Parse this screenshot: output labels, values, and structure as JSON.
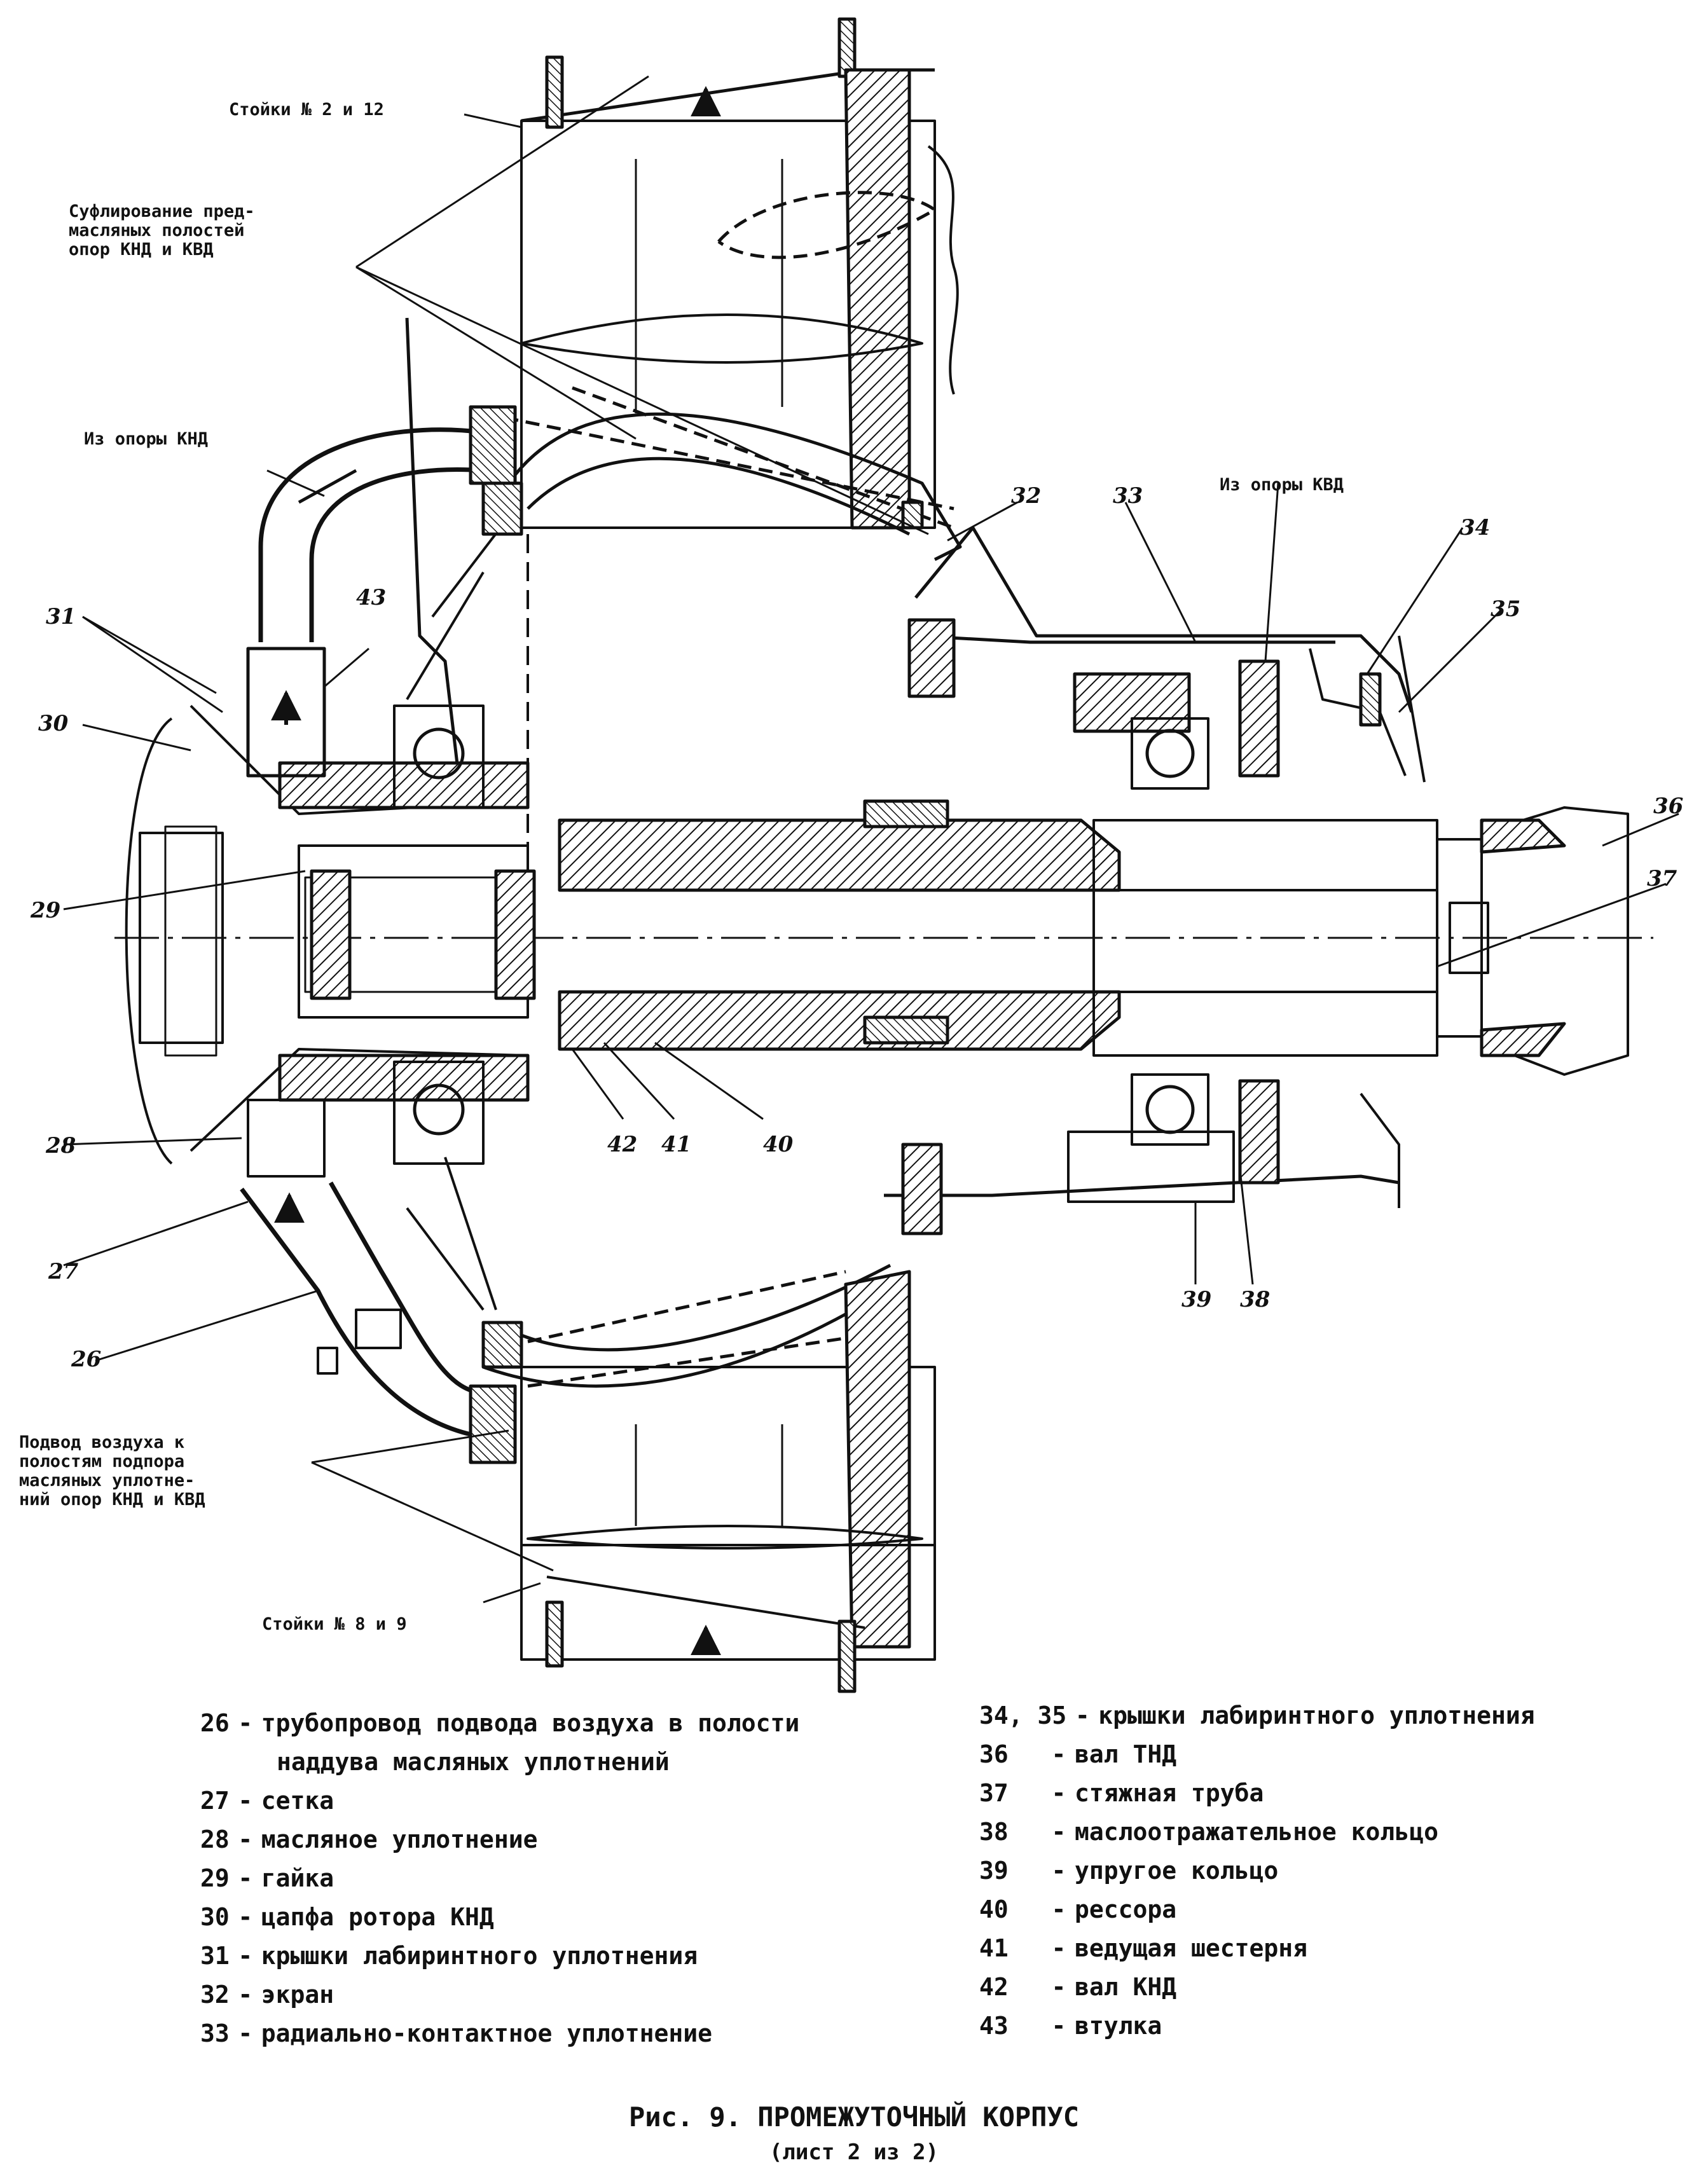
{
  "callouts": {
    "struts_top": "Стойки № 2 и 12",
    "breather": "Суфлирование пред-\nмасляных полостей\nопор КНД и КВД",
    "from_lpc_support": "Из опоры КНД",
    "from_hpc_support": "Из опоры КВД",
    "air_supply": "Подвод воздуха к\nполостям подпора\nмасляных уплотне-\nний опор КНД и КВД",
    "struts_bottom": "Стойки № 8 и 9"
  },
  "part_numbers": [
    "26",
    "27",
    "28",
    "29",
    "30",
    "31",
    "32",
    "33",
    "34",
    "35",
    "36",
    "37",
    "38",
    "39",
    "40",
    "41",
    "42",
    "43"
  ],
  "legend_left": [
    {
      "n": "26",
      "text": "трубопровод подвода воздуха в полости",
      "cont": "наддува масляных уплотнений"
    },
    {
      "n": "27",
      "text": "сетка"
    },
    {
      "n": "28",
      "text": "масляное уплотнение"
    },
    {
      "n": "29",
      "text": "гайка"
    },
    {
      "n": "30",
      "text": "цапфа ротора КНД"
    },
    {
      "n": "31",
      "text": "крышки лабиринтного уплотнения"
    },
    {
      "n": "32",
      "text": "экран"
    },
    {
      "n": "33",
      "text": "радиально-контактное уплотнение"
    }
  ],
  "legend_right": [
    {
      "n": "34, 35",
      "text": "крышки лабиринтного уплотнения"
    },
    {
      "n": "36",
      "text": "вал ТНД"
    },
    {
      "n": "37",
      "text": "стяжная труба"
    },
    {
      "n": "38",
      "text": "маслоотражательное кольцо"
    },
    {
      "n": "39",
      "text": "упругое кольцо"
    },
    {
      "n": "40",
      "text": "рессора"
    },
    {
      "n": "41",
      "text": "ведущая шестерня"
    },
    {
      "n": "42",
      "text": "вал КНД"
    },
    {
      "n": "43",
      "text": "втулка"
    }
  ],
  "figure": {
    "title": "Рис. 9. ПРОМЕЖУТОЧНЫЙ КОРПУС",
    "sheet": "(лист 2 из 2)"
  }
}
